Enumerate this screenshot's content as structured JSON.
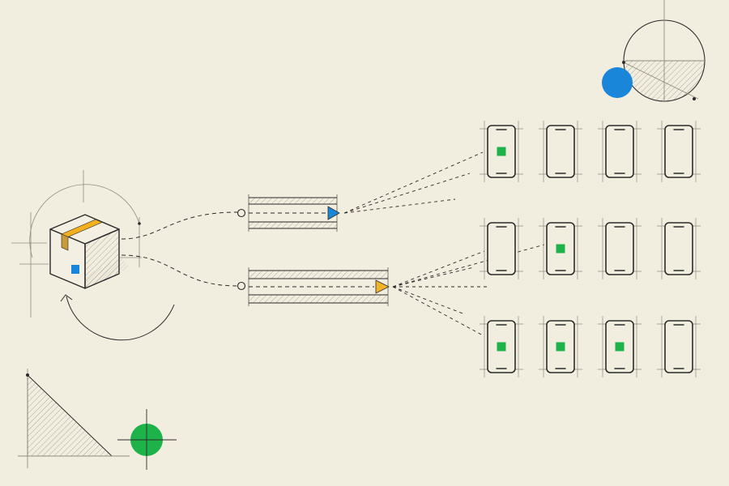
{
  "colors": {
    "paper": "#f2eedf",
    "ink": "#2b2b2b",
    "guide": "#8f8b80",
    "hatch": "#9a968b",
    "box_face_light": "#f3efe2",
    "box_tape": "#f2b01e",
    "box_tape_side": "#c79a3a",
    "accent_blue": "#1a86d9",
    "accent_yellow": "#f0b42a",
    "accent_green": "#1db34a"
  },
  "icons": {
    "package": "package-box-icon",
    "phone": "smartphone-icon",
    "update_indicator": "green-square"
  },
  "pipelines": [
    {
      "id": "small",
      "tip_color": "accent_blue"
    },
    {
      "id": "large",
      "tip_color": "accent_yellow"
    }
  ],
  "device_grid": {
    "rows": 3,
    "cols": 4,
    "updated": [
      [
        true,
        false,
        false,
        false
      ],
      [
        false,
        true,
        false,
        false
      ],
      [
        true,
        true,
        true,
        false
      ]
    ]
  }
}
